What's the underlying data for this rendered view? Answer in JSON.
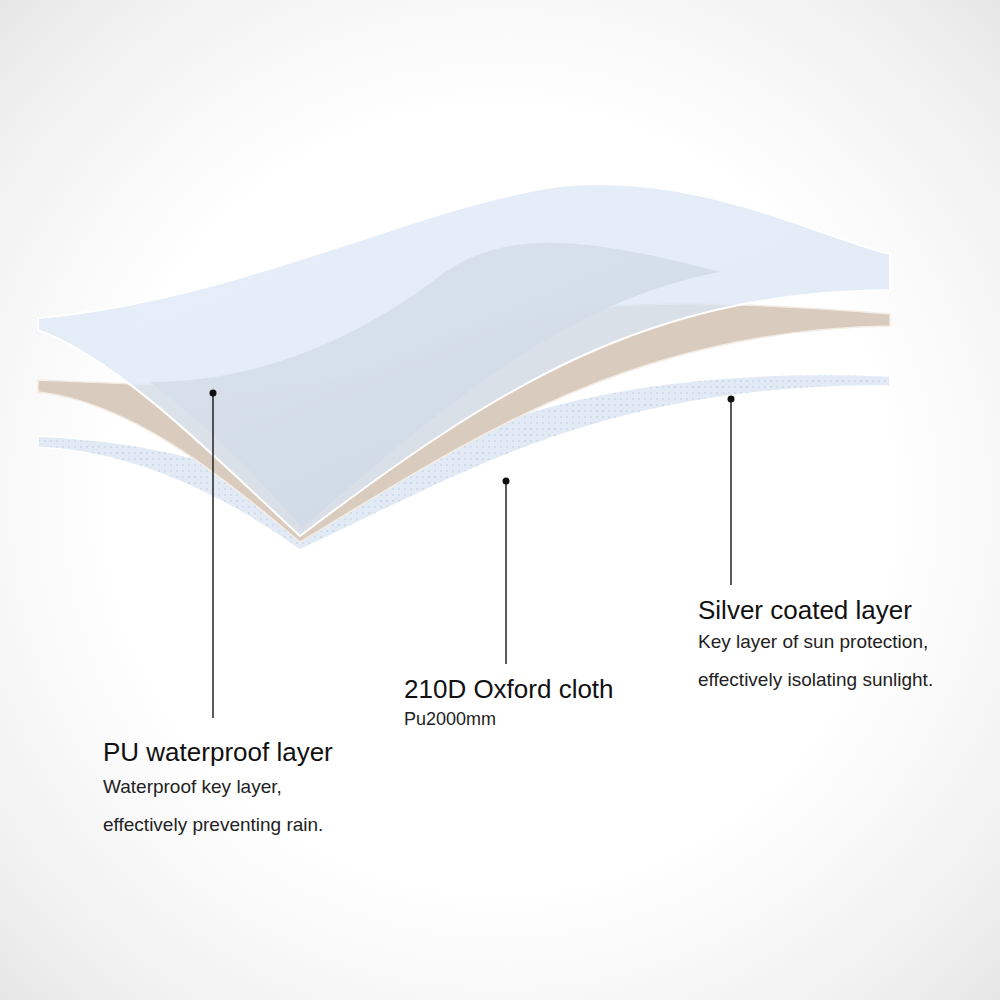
{
  "diagram": {
    "labels": [
      "PU waterproof layer",
      "Waterproof key layer, effectively preventing rain.",
      "210D Oxford cloth",
      "Pu2000mm",
      "Silver coated layer",
      "Key layer of sun protection, effectively isolating sunlight."
    ]
  }
}
